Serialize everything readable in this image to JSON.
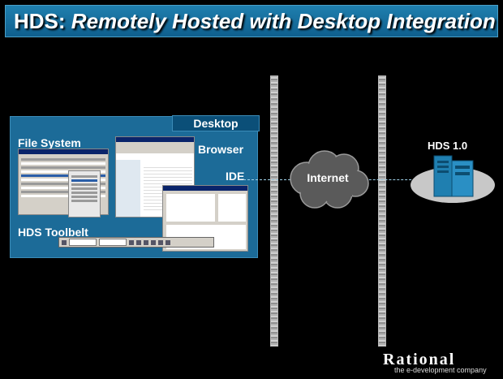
{
  "slide": {
    "title_main": "HDS:",
    "title_italic": "Remotely Hosted with Desktop Integration"
  },
  "desktop": {
    "tab_label": "Desktop",
    "file_system_label": "File System",
    "browser_label": "Browser",
    "ide_label": "IDE",
    "toolbelt_label": "HDS Toolbelt"
  },
  "network": {
    "internet_label": "Internet"
  },
  "server": {
    "label": "HDS 1.0"
  },
  "branding": {
    "logo_text": "Rational",
    "tagline": "the e-development company"
  },
  "colors": {
    "title_bg": "#0f5f8e",
    "desktop_panel": "#1c6b98",
    "cloud": "#555555",
    "server_ellipse": "#c8c8c8",
    "server_box": "#1f7fb0"
  }
}
